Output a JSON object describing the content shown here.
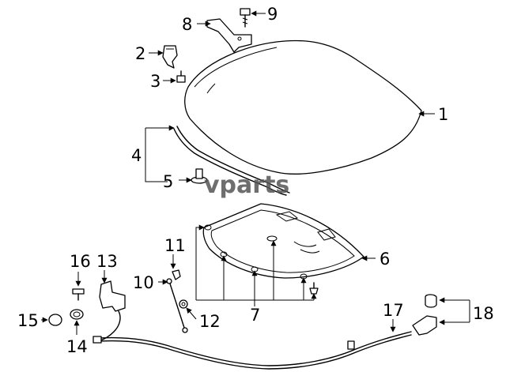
{
  "watermark": "vparts",
  "callouts": {
    "c1": "1",
    "c2": "2",
    "c3": "3",
    "c4": "4",
    "c5": "5",
    "c6": "6",
    "c7": "7",
    "c8": "8",
    "c9": "9",
    "c10": "10",
    "c11": "11",
    "c12": "12",
    "c13": "13",
    "c14": "14",
    "c15": "15",
    "c16": "16",
    "c17": "17",
    "c18": "18"
  }
}
